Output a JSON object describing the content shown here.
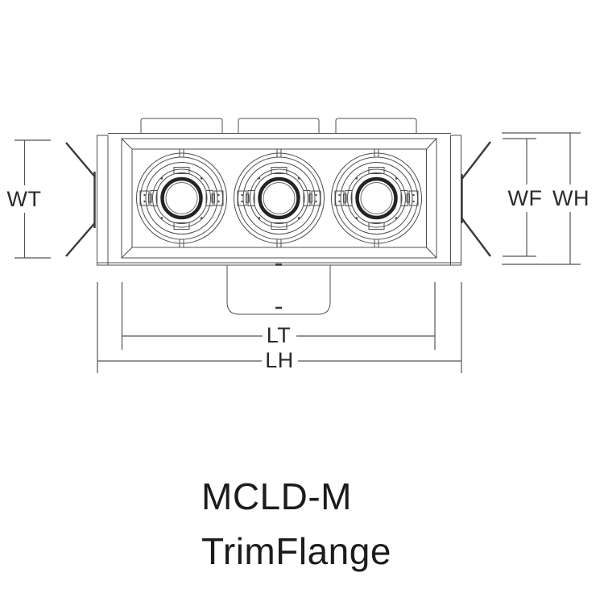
{
  "figure": {
    "title_line1": "MCLD-M",
    "title_line2": "TrimFlange",
    "modules_count": 3,
    "dimensions": {
      "wt": {
        "label": "WT"
      },
      "wf": {
        "label": "WF"
      },
      "wh": {
        "label": "WH"
      },
      "lt": {
        "label": "LT"
      },
      "lh": {
        "label": "LH"
      }
    },
    "colors": {
      "line": "#4d4d4d",
      "dark_line": "#2a2a2a",
      "aperture_ring": "#242424",
      "text": "#1c1c1c",
      "background": "#ffffff"
    }
  }
}
